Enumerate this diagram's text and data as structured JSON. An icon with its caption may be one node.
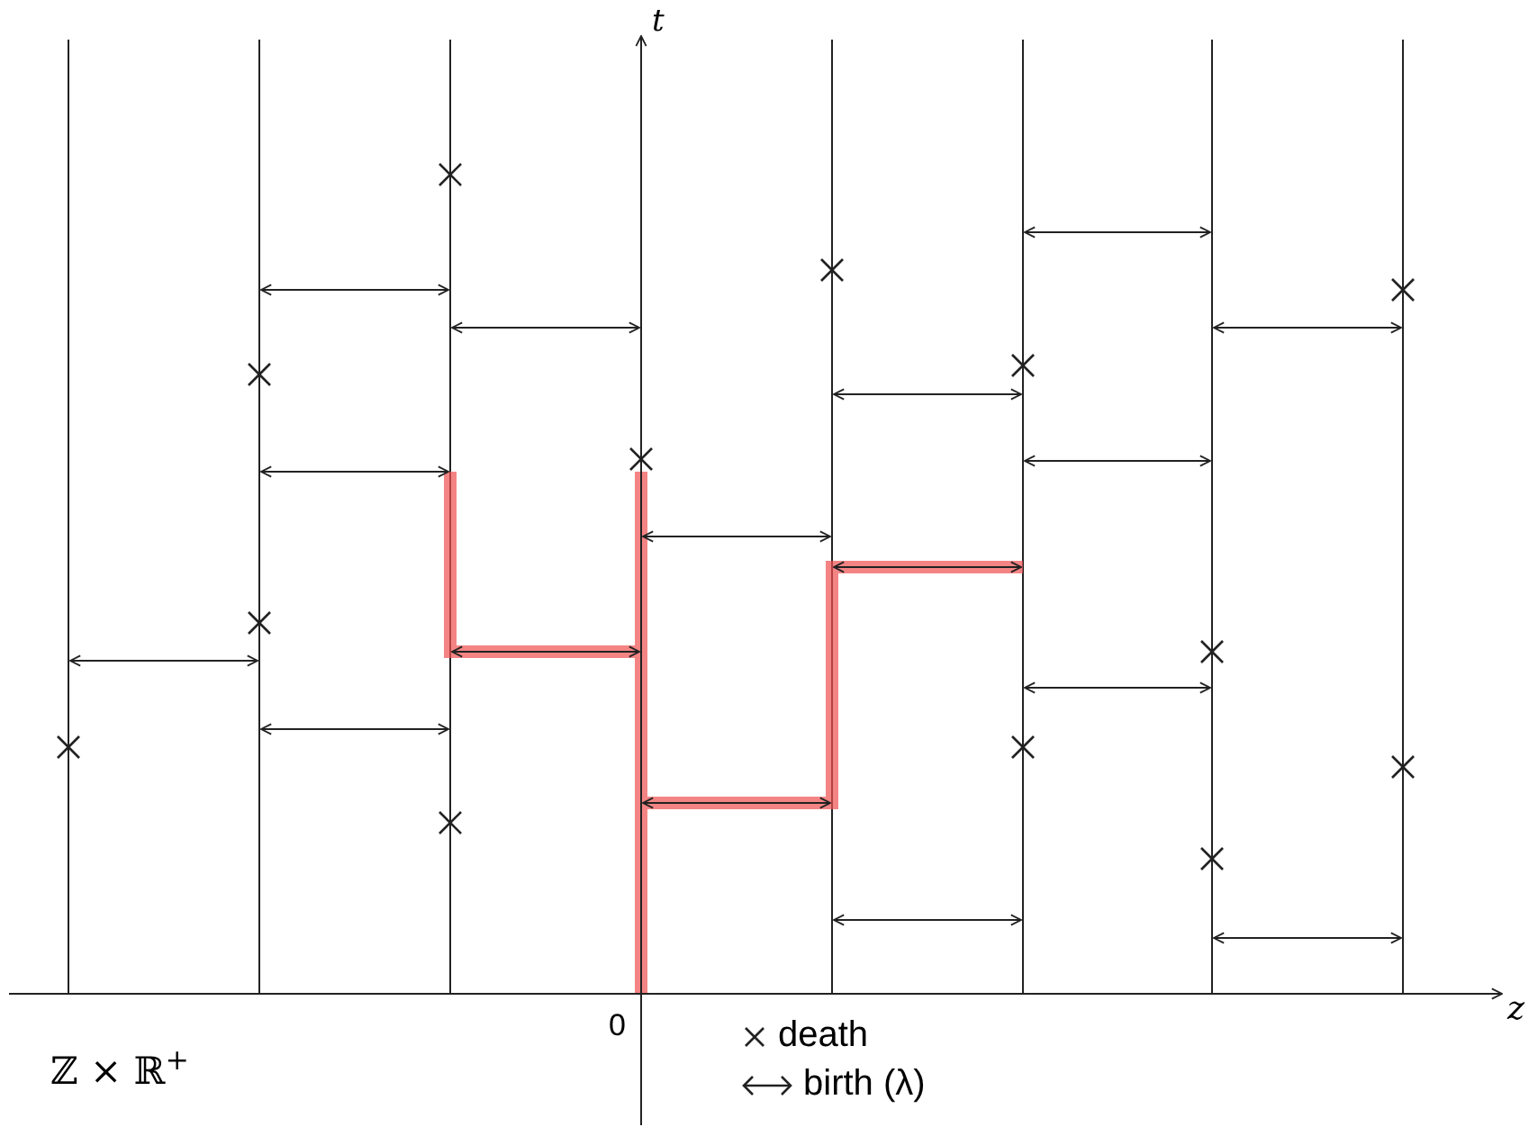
{
  "diagram": {
    "labels": [
      "t",
      "z",
      "0",
      "ℤ × ℝ$^{+}$"
    ],
    "legend": [
      {
        "text": "death"
      },
      {
        "text": "birth (λ)"
      }
    ]
  }
}
